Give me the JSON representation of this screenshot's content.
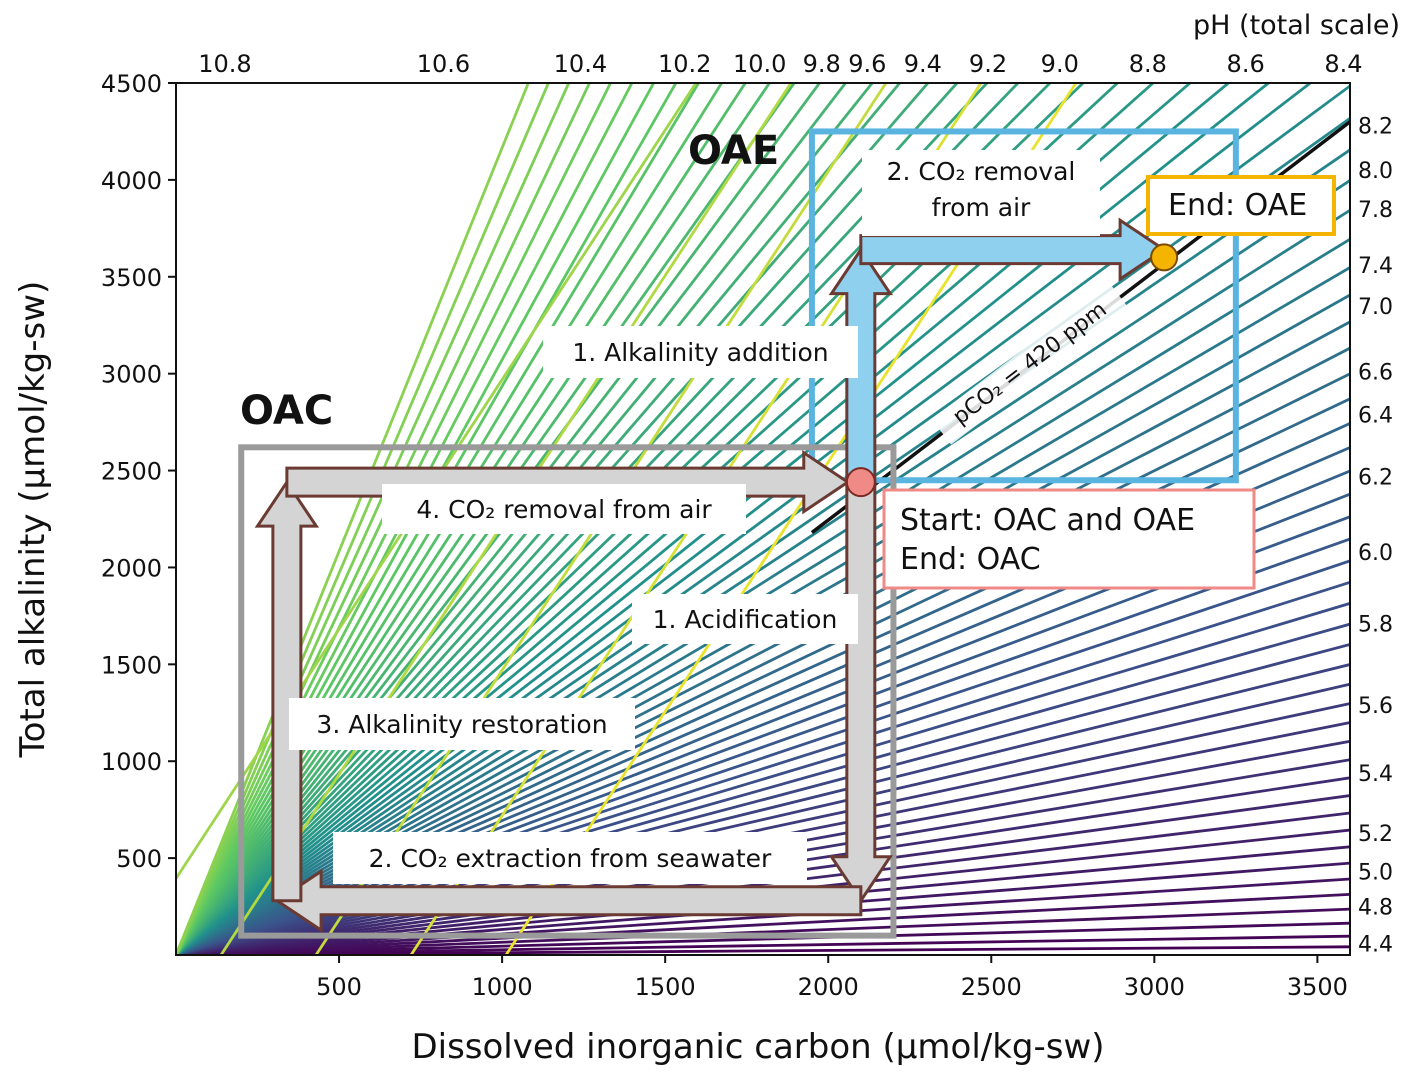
{
  "chart_data": {
    "type": "line",
    "xlabel": "Dissolved inorganic carbon (µmol/kg-sw)",
    "ylabel": "Total alkalinity (µmol/kg-sw)",
    "top_axis_label": "pH (total scale)",
    "xlim": [
      0,
      3600
    ],
    "ylim": [
      0,
      4500
    ],
    "x_ticks": [
      500,
      1000,
      1500,
      2000,
      2500,
      3000,
      3500
    ],
    "y_ticks": [
      500,
      1000,
      1500,
      2000,
      2500,
      3000,
      3500,
      4000,
      4500
    ],
    "top_ticks": [
      {
        "label": "10.8",
        "dic": 150
      },
      {
        "label": "10.6",
        "dic": 820
      },
      {
        "label": "10.4",
        "dic": 1240
      },
      {
        "label": "10.2",
        "dic": 1560
      },
      {
        "label": "10.0",
        "dic": 1790
      },
      {
        "label": "9.8",
        "dic": 1980
      },
      {
        "label": "9.6",
        "dic": 2120
      },
      {
        "label": "9.4",
        "dic": 2290
      },
      {
        "label": "9.2",
        "dic": 2490
      },
      {
        "label": "9.0",
        "dic": 2710
      },
      {
        "label": "8.8",
        "dic": 2980
      },
      {
        "label": "8.6",
        "dic": 3280
      },
      {
        "label": "8.4",
        "dic": 3580
      }
    ],
    "right_ticks": [
      {
        "label": "8.2",
        "ta": 4280
      },
      {
        "label": "8.0",
        "ta": 4050
      },
      {
        "label": "7.8",
        "ta": 3850
      },
      {
        "label": "7.4",
        "ta": 3560
      },
      {
        "label": "7.0",
        "ta": 3350
      },
      {
        "label": "6.6",
        "ta": 3010
      },
      {
        "label": "6.4",
        "ta": 2790
      },
      {
        "label": "6.2",
        "ta": 2470
      },
      {
        "label": "6.0",
        "ta": 2080
      },
      {
        "label": "5.8",
        "ta": 1710
      },
      {
        "label": "5.6",
        "ta": 1290
      },
      {
        "label": "5.4",
        "ta": 940
      },
      {
        "label": "5.2",
        "ta": 630
      },
      {
        "label": "5.0",
        "ta": 430
      },
      {
        "label": "4.8",
        "ta": 250
      },
      {
        "label": "4.4",
        "ta": 60
      }
    ],
    "pco2_line": {
      "label": "pCO₂ = 420 ppm",
      "x": [
        1950,
        3600
      ],
      "y": [
        2180,
        4300
      ]
    },
    "oae_box": {
      "title": "OAE",
      "x": [
        1950,
        3250
      ],
      "y": [
        2450,
        4250
      ],
      "color": "#5ab4e0"
    },
    "oac_box": {
      "title": "OAC",
      "x": [
        200,
        2200
      ],
      "y": [
        100,
        2620
      ],
      "color": "#9a9a9a"
    },
    "start_point": {
      "x": 2100,
      "y": 2440,
      "label": "Start: OAC and OAE\nEnd: OAC",
      "color": "#f08a87"
    },
    "end_point": {
      "x": 3030,
      "y": 3600,
      "label": "End: OAE",
      "color": "#f5b400"
    },
    "oae_steps": [
      {
        "label": "1. Alkalinity addition",
        "from": [
          2100,
          2440
        ],
        "to": [
          2100,
          3640
        ]
      },
      {
        "label": "2. CO₂ removal\nfrom air",
        "from": [
          2100,
          3640
        ],
        "to": [
          3030,
          3640
        ]
      }
    ],
    "oac_steps": [
      {
        "label": "1. Acidification",
        "from": [
          2100,
          2440
        ],
        "to": [
          2100,
          280
        ]
      },
      {
        "label": "2. CO₂ extraction from seawater",
        "from": [
          2100,
          280
        ],
        "to": [
          310,
          280
        ]
      },
      {
        "label": "3. Alkalinity restoration",
        "from": [
          340,
          280
        ],
        "to": [
          340,
          2440
        ]
      },
      {
        "label": "4. CO₂ removal from air",
        "from": [
          340,
          2440
        ],
        "to": [
          2060,
          2440
        ]
      }
    ]
  }
}
